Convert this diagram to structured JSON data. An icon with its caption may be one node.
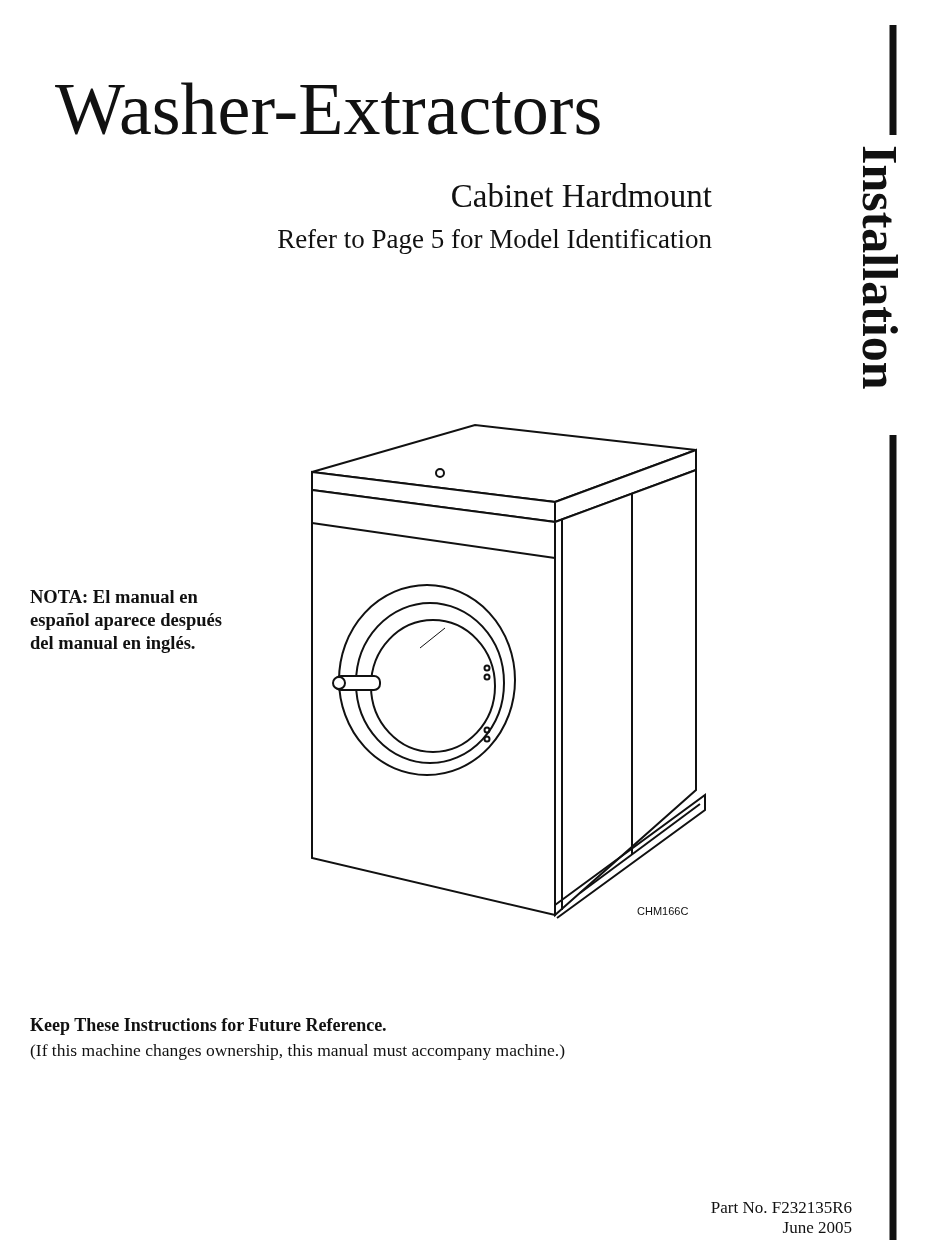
{
  "diagram": {
    "title": "Washer-Extractors",
    "labels": [
      "Installation",
      "Cabinet Hardmount",
      "Refer to Page 5 for Model Identification",
      "NOTA: El manual en español aparece después del manual en inglés.",
      "CHM166C",
      "Keep These Instructions for Future Reference.",
      "(If this machine changes ownership, this manual must accompany machine.)",
      "Part No. F232135R6",
      "June 2005"
    ]
  }
}
